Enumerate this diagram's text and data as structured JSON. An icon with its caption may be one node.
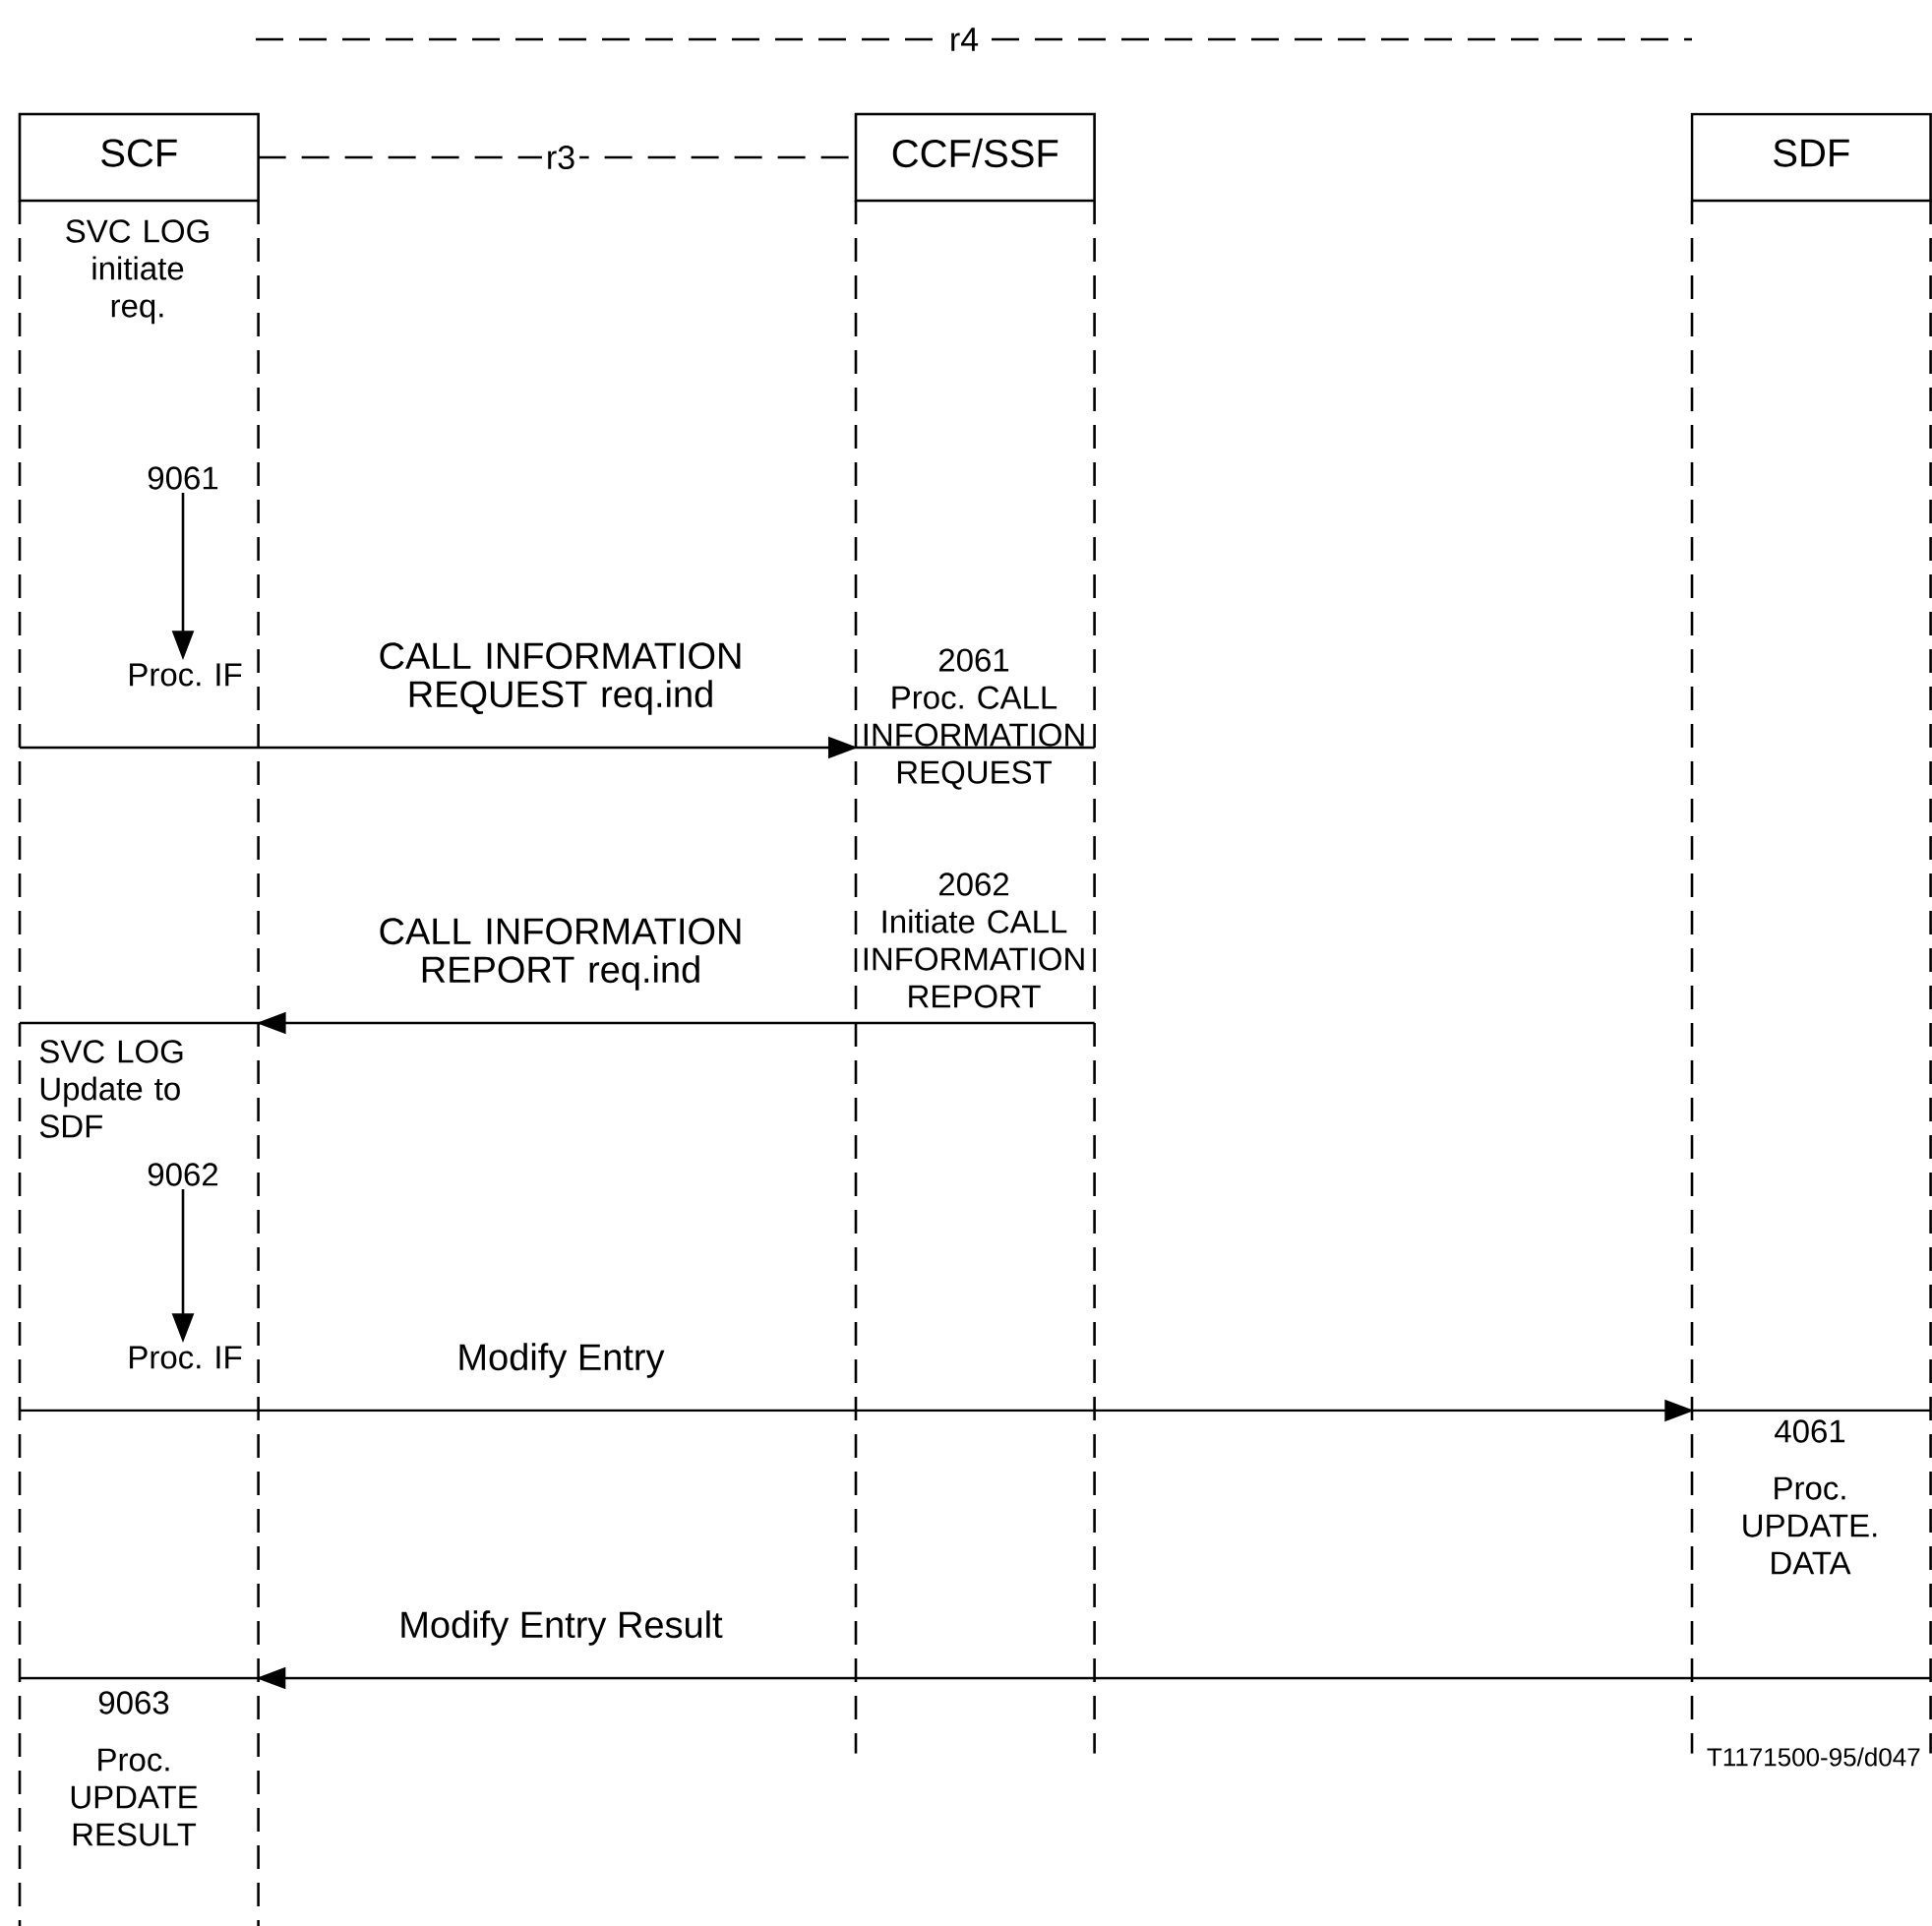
{
  "diagram": {
    "nodes": [
      {
        "text": [
          "SCF"
        ]
      },
      {
        "text": [
          "CCF/SSF"
        ]
      },
      {
        "text": [
          "SDF"
        ]
      },
      {
        "text": [
          "SVC LOG initiate req."
        ],
        "in": 0
      },
      {
        "text": [
          "9061"
        ],
        "in": 0
      },
      {
        "text": [
          "Proc. IF"
        ],
        "in": 0
      },
      {
        "text": [
          "2061",
          "Proc. CALL INFORMATION REQUEST"
        ],
        "in": 1
      },
      {
        "text": [
          "2062",
          "Initiate CALL INFORMATION REPORT"
        ],
        "in": 1
      },
      {
        "text": [
          "SVC LOG Update to SDF"
        ],
        "in": 0
      },
      {
        "text": [
          "9062"
        ],
        "in": 0
      },
      {
        "text": [
          "Proc. IF"
        ],
        "in": 0
      },
      {
        "text": [
          "4061",
          "Proc. UPDATE. DATA"
        ],
        "in": 2
      },
      {
        "text": [
          "9063",
          "Proc. UPDATE RESULT"
        ],
        "in": 0
      }
    ],
    "edges": [
      {
        "from": 0,
        "to": 1,
        "arrow": "none",
        "style": "dashed",
        "label": "r3"
      },
      {
        "from": 4,
        "to": 5,
        "arrow": "to"
      },
      {
        "from": 0,
        "to": 1,
        "arrow": "to",
        "label": "CALL INFORMATION REQUEST req.ind"
      },
      {
        "from": 1,
        "to": 0,
        "arrow": "to",
        "label": "CALL INFORMATION REPORT req.ind"
      },
      {
        "from": 9,
        "to": 10,
        "arrow": "to"
      },
      {
        "from": 0,
        "to": 2,
        "arrow": "to",
        "label": "Modify Entry"
      },
      {
        "from": 2,
        "to": 0,
        "arrow": "to",
        "label": "Modify Entry Result"
      }
    ],
    "labels": [
      "r4",
      "T1171500-95/d047"
    ]
  }
}
